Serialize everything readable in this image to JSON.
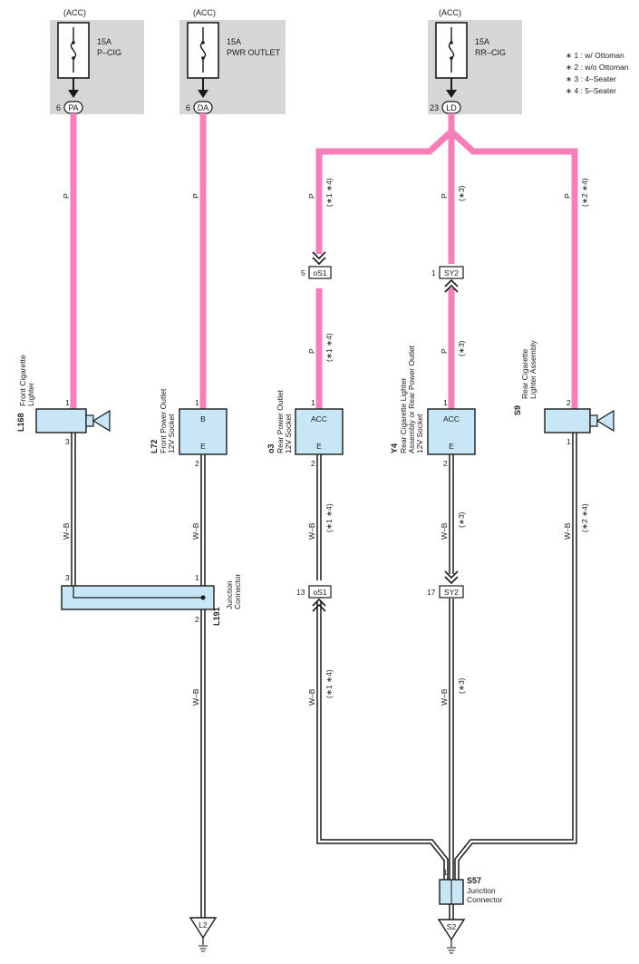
{
  "colors": {
    "wire_pink": "#f47fb9",
    "fuse_box_gray": "#d6d6d6",
    "component_fill": "#c8e6f5",
    "stroke": "#1a1a1a"
  },
  "legend": {
    "n1": "∗ 1 : w/ Ottoman",
    "n2": "∗ 2 : w/o Ottoman",
    "n3": "∗ 3 : 4–Seater",
    "n4": "∗ 4 : 5–Seater"
  },
  "fuses": {
    "f1": {
      "acc": "(ACC)",
      "amp": "15A",
      "name": "P–CIG",
      "pin": "6",
      "conn": "PA"
    },
    "f2": {
      "acc": "(ACC)",
      "amp": "15A",
      "name": "PWR OUTLET",
      "pin": "6",
      "conn": "DA"
    },
    "f3": {
      "acc": "(ACC)",
      "amp": "15A",
      "name": "RR–CIG",
      "pin": "23",
      "conn": "LD"
    }
  },
  "wires": {
    "p": "P",
    "wb": "W–B",
    "n14": "(∗1 ∗4)",
    "n3": "(∗3)",
    "n24": "(∗2 ∗4)"
  },
  "inline_connectors": {
    "os1_top": {
      "pin": "5",
      "name": "oS1"
    },
    "sy2_top": {
      "pin": "1",
      "name": "SY2"
    },
    "os1_bot": {
      "pin": "13",
      "name": "oS1"
    },
    "sy2_bot": {
      "pin": "17",
      "name": "SY2"
    }
  },
  "components": {
    "l168": {
      "code": "L168",
      "name1": "Front Cigarette",
      "name2": "Lighter",
      "pin_top": "1",
      "pin_bot": "3"
    },
    "l72": {
      "code": "L72",
      "name1": "Front Power Outlet",
      "name2": "12V Socket",
      "pin_top": "1",
      "pin_bot": "2",
      "term_top": "B",
      "term_bot": "E"
    },
    "o3": {
      "code": "o3",
      "name1": "Rear Power Outlet",
      "name2": "12V Socket",
      "pin_top": "1",
      "pin_bot": "2",
      "term_top": "ACC",
      "term_bot": "E"
    },
    "y4": {
      "code": "Y4",
      "name1": "Rear Cigarette Lighter",
      "name2": "Assembly or Rear Power Outlet",
      "name3": "12V Socket",
      "pin_top": "1",
      "pin_bot": "2",
      "term_top": "ACC",
      "term_bot": "E"
    },
    "s9": {
      "code": "S9",
      "name1": "Rear Cigarette",
      "name2": "Lighter Assembly",
      "pin_top": "2",
      "pin_bot": "1"
    },
    "l191": {
      "code": "L191",
      "name1": "Junction",
      "name2": "Connector",
      "pin_left": "3",
      "pin_right_top": "1",
      "pin_right_bot": "2"
    },
    "s57": {
      "code": "S57",
      "name1": "Junction",
      "name2": "Connector",
      "pin": "1"
    }
  },
  "grounds": {
    "l2": "L2",
    "s2": "S2"
  }
}
